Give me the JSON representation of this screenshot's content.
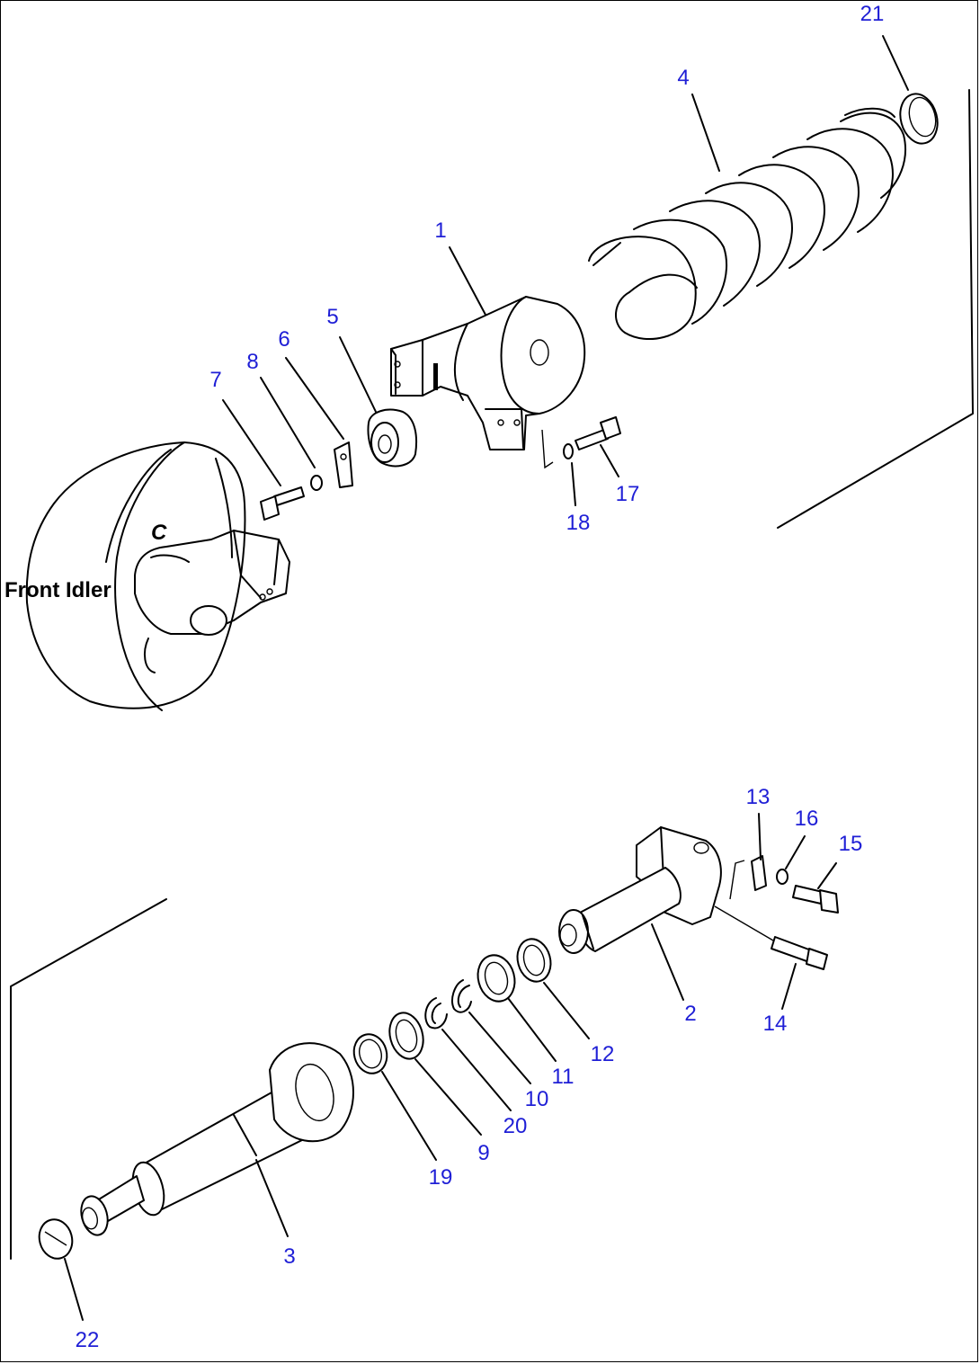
{
  "diagram": {
    "side_label": "Front Idler",
    "mark_c": "C",
    "part_numbers": [
      "1",
      "2",
      "3",
      "4",
      "5",
      "6",
      "7",
      "8",
      "9",
      "10",
      "11",
      "12",
      "13",
      "14",
      "15",
      "16",
      "17",
      "18",
      "19",
      "20",
      "21",
      "22"
    ]
  },
  "colors": {
    "callout": "#1f1fd6",
    "line": "#000000",
    "background": "#ffffff"
  }
}
